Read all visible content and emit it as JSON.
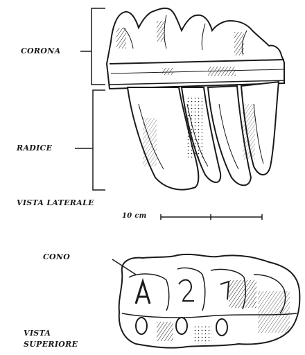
{
  "labels": {
    "crown": "CORONA",
    "root": "RADICE",
    "lateral_view": "VISTA LATERALE",
    "scale": "10 cm",
    "cone": "CONO",
    "top_view_line1": "VISTA",
    "top_view_line2": "SUPERIORE"
  },
  "colors": {
    "ink": "#1a1a1a",
    "paper": "#ffffff"
  }
}
